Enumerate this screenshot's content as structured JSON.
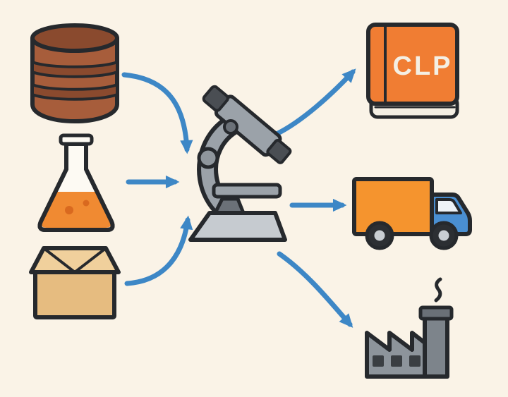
{
  "colors": {
    "background": "#faf3e7",
    "outline": "#26292d",
    "arrow": "#3d87c6",
    "barrel_body": "#a75d3b",
    "barrel_top": "#8a4a2e",
    "flask_glass": "#fdfaf3",
    "flask_liquid": "#f08a32",
    "flask_bubble": "#d9691f",
    "box_front": "#e6bc80",
    "box_lid": "#f0d09c",
    "metal_light": "#c6cbd0",
    "metal_mid": "#9ba2a9",
    "metal_dark": "#4a4e53",
    "metal_hinge": "#6b7178",
    "metal_knob": "#8f969d",
    "book_cover": "#f07d33",
    "book_pages": "#f4efe4",
    "book_text": "#f4efe4",
    "truck_cargo": "#f5942e",
    "truck_cab": "#4a8fd2",
    "truck_window": "#eef3f7",
    "wheel_dark": "#2c2f33",
    "wheel_hub": "#c9ced3",
    "factory_body": "#8d949b",
    "factory_chimney": "#7d848b",
    "factory_cap": "#6a7077",
    "factory_window": "#3a3e42"
  },
  "diagram": {
    "nodes": [
      {
        "id": "barrel",
        "icon": "barrel-icon",
        "label": ""
      },
      {
        "id": "flask",
        "icon": "flask-icon",
        "label": ""
      },
      {
        "id": "box",
        "icon": "box-icon",
        "label": ""
      },
      {
        "id": "microscope",
        "icon": "microscope-icon",
        "label": ""
      },
      {
        "id": "book",
        "icon": "clp-book-icon",
        "label": "CLP"
      },
      {
        "id": "truck",
        "icon": "truck-icon",
        "label": ""
      },
      {
        "id": "factory",
        "icon": "factory-icon",
        "label": ""
      }
    ],
    "edges": [
      {
        "from": "barrel",
        "to": "microscope"
      },
      {
        "from": "flask",
        "to": "microscope"
      },
      {
        "from": "box",
        "to": "microscope"
      },
      {
        "from": "microscope",
        "to": "book"
      },
      {
        "from": "microscope",
        "to": "truck"
      },
      {
        "from": "microscope",
        "to": "factory"
      }
    ]
  }
}
